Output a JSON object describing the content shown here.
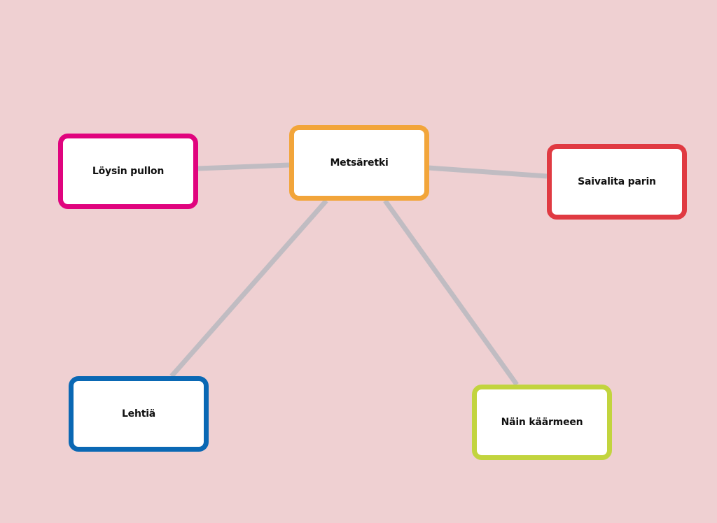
{
  "colors": {
    "background": "#efd0d2",
    "link": "#c0bcc2"
  },
  "nodes": [
    {
      "id": "center",
      "label": "Metsäretki",
      "color": "#f2a53a"
    },
    {
      "id": "loysin",
      "label": "Löysin pullon",
      "color": "#e0047e"
    },
    {
      "id": "saivalita",
      "label": "Saivalita parin",
      "color": "#e03a42"
    },
    {
      "id": "lehtia",
      "label": "Lehtiä",
      "color": "#0a68b4"
    },
    {
      "id": "nain",
      "label": "Näin käärmeen",
      "color": "#c2d43e"
    }
  ]
}
